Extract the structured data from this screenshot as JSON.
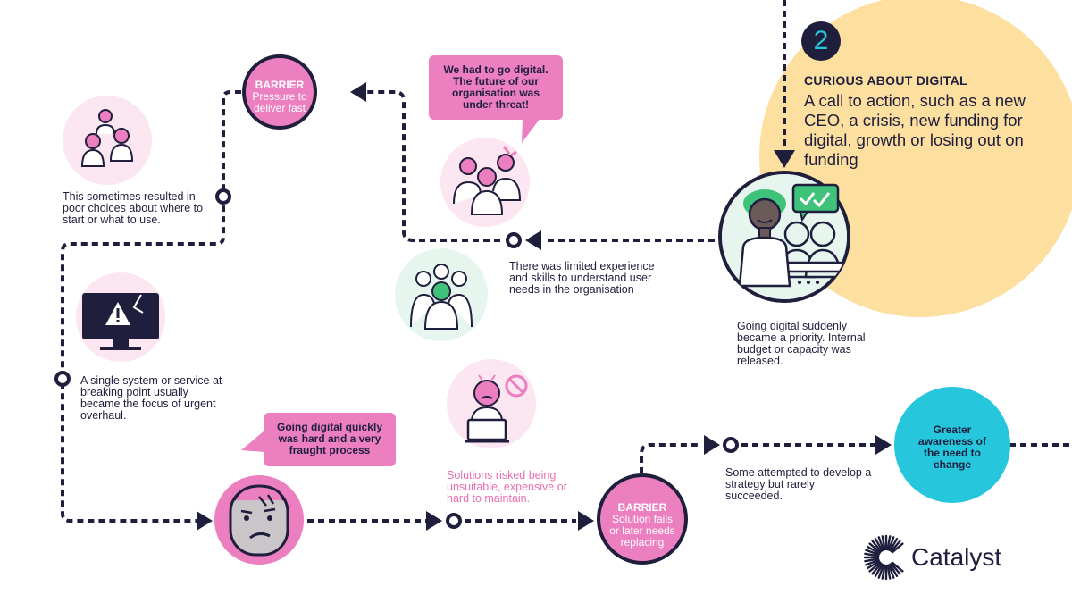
{
  "stage2": {
    "number": "2",
    "heading": "CURIOUS ABOUT DIGITAL",
    "description": "A call to action, such as a new CEO, a crisis, new funding for digital, growth or losing out on funding"
  },
  "barrier_pressure": {
    "title": "BARRIER",
    "text": "Pressure to deliver fast"
  },
  "barrier_solution": {
    "title": "BARRIER",
    "text": "Solution fails or later needs replacing"
  },
  "bubbles": {
    "go_digital": "We had to go digital. The future of our organisation was under threat!",
    "hard_process": "Going digital quickly was  hard and a very fraught process"
  },
  "captions": {
    "poor_choices": "This sometimes resulted in poor choices about where to start or what to use.",
    "limited_experience": "There was limited experience and skills to understand user needs in the organisation",
    "priority": "Going digital suddenly became a priority. Internal budget or capacity was released.",
    "breaking_point": "A single system or service at breaking point usually became the focus of urgent overhaul.",
    "solutions_risked": "Solutions risked being unsuitable, expensive or hard to maintain.",
    "strategy": "Some attempted to develop a strategy  but rarely succeeded."
  },
  "awareness": "Greater awareness of the need to change",
  "brand": {
    "name": "Catalyst"
  },
  "colors": {
    "navy": "#1f1e3c",
    "pink": "#ec7fbf",
    "light_pink": "#fbe6f1",
    "yellow": "#fddf9f",
    "cyan": "#26c6dd",
    "green": "#3fc37a",
    "light_green": "#e6f6ee"
  },
  "icons": [
    "team-icon",
    "worried-people-icon",
    "diverse-team-icon",
    "computer-warning-icon",
    "frustrated-person-laptop-icon",
    "confused-face-icon",
    "leader-with-team-icon",
    "catalyst-logo-icon"
  ]
}
